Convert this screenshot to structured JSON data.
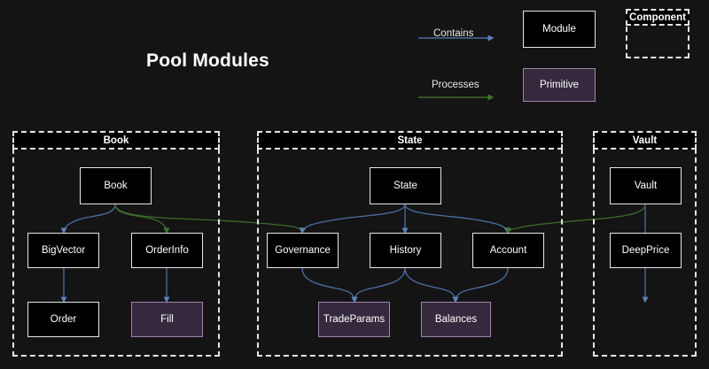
{
  "diagram": {
    "title": "Pool Modules",
    "background": "#141414",
    "colors": {
      "contains_arrow": "#4a6fa5",
      "processes_arrow": "#3c6b2a",
      "module_fill": "#000000",
      "module_border": "#e6e6e6",
      "primitive_fill": "#352a3d",
      "primitive_border": "#a083ad",
      "text": "#ffffff"
    }
  },
  "legend": {
    "contains_label": "Contains",
    "processes_label": "Processes",
    "module_label": "Module",
    "primitive_label": "Primitive",
    "component_label": "Component"
  },
  "components": [
    {
      "id": "book",
      "title": "Book",
      "nodes": [
        {
          "id": "book-node",
          "label": "Book",
          "type": "module"
        },
        {
          "id": "bigvector",
          "label": "BigVector",
          "type": "module"
        },
        {
          "id": "orderinfo",
          "label": "OrderInfo",
          "type": "module"
        },
        {
          "id": "order",
          "label": "Order",
          "type": "module"
        },
        {
          "id": "fill",
          "label": "Fill",
          "type": "primitive"
        }
      ]
    },
    {
      "id": "state",
      "title": "State",
      "nodes": [
        {
          "id": "state-node",
          "label": "State",
          "type": "module"
        },
        {
          "id": "governance",
          "label": "Governance",
          "type": "module"
        },
        {
          "id": "history",
          "label": "History",
          "type": "module"
        },
        {
          "id": "account",
          "label": "Account",
          "type": "module"
        },
        {
          "id": "tradeparams",
          "label": "TradeParams",
          "type": "primitive"
        },
        {
          "id": "balances",
          "label": "Balances",
          "type": "primitive"
        }
      ]
    },
    {
      "id": "vault",
      "title": "Vault",
      "nodes": [
        {
          "id": "vault-node",
          "label": "Vault",
          "type": "module"
        },
        {
          "id": "deepprice",
          "label": "DeepPrice",
          "type": "module"
        }
      ]
    }
  ],
  "edges": [
    {
      "from": "book-node",
      "to": "bigvector",
      "kind": "contains"
    },
    {
      "from": "book-node",
      "to": "orderinfo",
      "kind": "processes"
    },
    {
      "from": "book-node",
      "to": "governance",
      "kind": "processes"
    },
    {
      "from": "bigvector",
      "to": "order",
      "kind": "contains"
    },
    {
      "from": "orderinfo",
      "to": "fill",
      "kind": "contains"
    },
    {
      "from": "state-node",
      "to": "governance",
      "kind": "contains"
    },
    {
      "from": "state-node",
      "to": "history",
      "kind": "contains"
    },
    {
      "from": "state-node",
      "to": "account",
      "kind": "contains"
    },
    {
      "from": "governance",
      "to": "tradeparams",
      "kind": "contains"
    },
    {
      "from": "history",
      "to": "tradeparams",
      "kind": "contains"
    },
    {
      "from": "history",
      "to": "balances",
      "kind": "contains"
    },
    {
      "from": "account",
      "to": "balances",
      "kind": "contains"
    },
    {
      "from": "vault-node",
      "to": "account",
      "kind": "processes"
    },
    {
      "from": "vault-node",
      "to": "deepprice",
      "kind": "contains"
    }
  ]
}
